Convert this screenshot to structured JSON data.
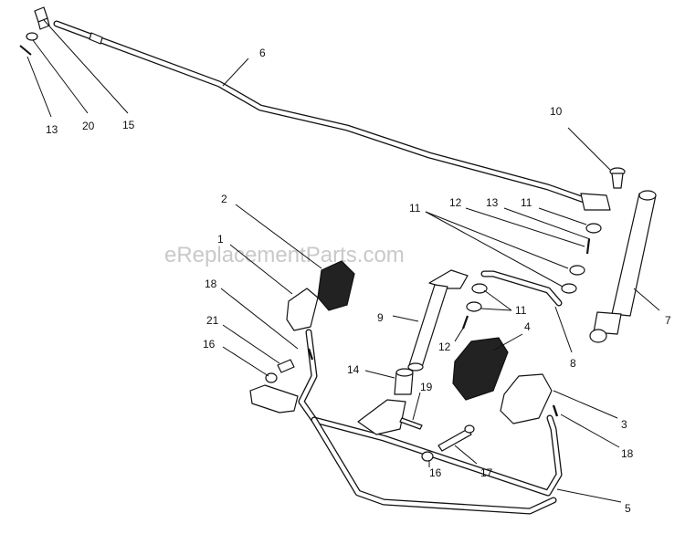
{
  "watermark": "eReplacementParts.com",
  "callouts": [
    {
      "id": "c6",
      "text": "6"
    },
    {
      "id": "c13a",
      "text": "13"
    },
    {
      "id": "c20",
      "text": "20"
    },
    {
      "id": "c15",
      "text": "15"
    },
    {
      "id": "c10",
      "text": "10"
    },
    {
      "id": "c2",
      "text": "2"
    },
    {
      "id": "c11a",
      "text": "11"
    },
    {
      "id": "c12a",
      "text": "12"
    },
    {
      "id": "c13b",
      "text": "13"
    },
    {
      "id": "c11b",
      "text": "11"
    },
    {
      "id": "c1",
      "text": "1"
    },
    {
      "id": "c7",
      "text": "7"
    },
    {
      "id": "c18a",
      "text": "18"
    },
    {
      "id": "c11c",
      "text": "11"
    },
    {
      "id": "c9",
      "text": "9"
    },
    {
      "id": "c4",
      "text": "4"
    },
    {
      "id": "c21",
      "text": "21"
    },
    {
      "id": "c12b",
      "text": "12"
    },
    {
      "id": "c16a",
      "text": "16"
    },
    {
      "id": "c8",
      "text": "8"
    },
    {
      "id": "c14",
      "text": "14"
    },
    {
      "id": "c19",
      "text": "19"
    },
    {
      "id": "c3",
      "text": "3"
    },
    {
      "id": "c18b",
      "text": "18"
    },
    {
      "id": "c16b",
      "text": "16"
    },
    {
      "id": "c17",
      "text": "17"
    },
    {
      "id": "c5",
      "text": "5"
    }
  ]
}
